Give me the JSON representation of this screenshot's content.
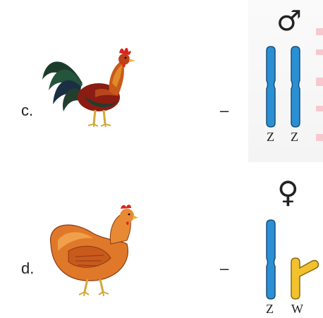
{
  "items": [
    {
      "label": "c.",
      "dash": "–",
      "sex_symbol": "♂",
      "chromosome_labels": [
        "Z",
        "Z"
      ],
      "animal": "rooster"
    },
    {
      "label": "d.",
      "dash": "–",
      "sex_symbol": "♀",
      "chromosome_labels": [
        "Z",
        "W"
      ],
      "animal": "hen"
    }
  ],
  "colors": {
    "z_chromosome": "#2b8fd4",
    "w_chromosome": "#f2c12e",
    "outline": "#1a4f7a"
  }
}
